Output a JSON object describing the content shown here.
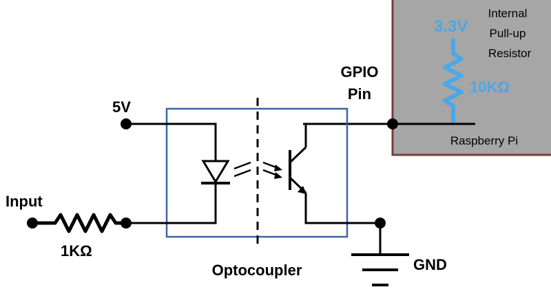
{
  "labels": {
    "input": "Input",
    "resistor_input": "1KΩ",
    "supply_5v": "5V",
    "optocoupler": "Optocoupler",
    "gpio_line1": "GPIO",
    "gpio_line2": "Pin",
    "gnd": "GND",
    "rpi": "Raspberry Pi",
    "supply_3v3": "3.3V",
    "resistor_pullup": "10KΩ",
    "internal_line1": "Internal",
    "internal_line2": "Pull-up",
    "internal_line3": "Resistor"
  },
  "colors": {
    "wire": "#000000",
    "optocoupler_border": "#3a64a8",
    "rpi_fill": "#a6a6a6",
    "rpi_border": "#7a3a3a",
    "pullup_blue": "#4aa8e8"
  }
}
